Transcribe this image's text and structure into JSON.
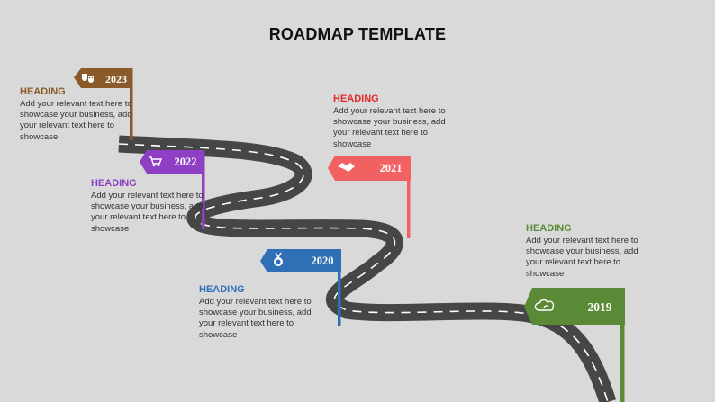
{
  "page": {
    "title": "ROADMAP TEMPLATE"
  },
  "milestones": [
    {
      "year": "2023",
      "color": "#8b5a2b",
      "icon": "theater-masks-icon",
      "heading": "HEADING",
      "text": "Add your relevant text here to showcase your business, add your relevant text here to showcase"
    },
    {
      "year": "2022",
      "color": "#8e3fc4",
      "icon": "shopping-cart-icon",
      "heading": "HEADING",
      "text": "Add your relevant text here to showcase your business, add your relevant text here to showcase"
    },
    {
      "year": "2021",
      "color": "#f26161",
      "icon": "handshake-icon",
      "heading": "HEADING",
      "text": "Add your relevant text here to showcase your business, add your relevant text here to showcase"
    },
    {
      "year": "2020",
      "color": "#2f6fb5",
      "icon": "medal-icon",
      "heading": "HEADING",
      "text": "Add your relevant text here to showcase your business, add your relevant text here to showcase"
    },
    {
      "year": "2019",
      "color": "#5a8a36",
      "icon": "cloud-sync-icon",
      "heading": "HEADING",
      "text": "Add your relevant text here to showcase your business, add your relevant text here to showcase"
    }
  ],
  "road": {
    "asphalt": "#4a4a4a",
    "lane_marking": "#ffffff"
  }
}
